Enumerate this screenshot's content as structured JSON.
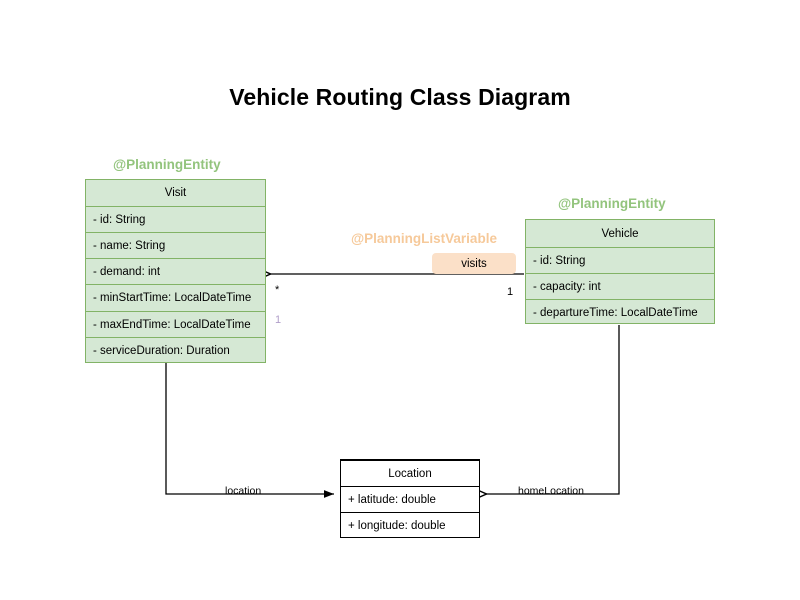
{
  "title": "Vehicle Routing Class Diagram",
  "colors": {
    "class_fill": "#d5e8d4",
    "class_border": "#82b366",
    "annotation_entity": "#93c47d",
    "annotation_listvar": "#f6c99a",
    "badge_fill": "#fbe0c8",
    "plain_border": "#000000",
    "line": "#000000",
    "mult_faded": "#b09ec9"
  },
  "classes": {
    "visit": {
      "annotation": "@PlanningEntity",
      "name": "Visit",
      "attributes": [
        "- id: String",
        "- name: String",
        "- demand: int",
        "- minStartTime: LocalDateTime",
        "- maxEndTime: LocalDateTime",
        "- serviceDuration: Duration"
      ]
    },
    "vehicle": {
      "annotation": "@PlanningEntity",
      "name": "Vehicle",
      "attributes": [
        "- id: String",
        "- capacity: int",
        "- departureTime: LocalDateTime"
      ]
    },
    "location": {
      "annotation": "",
      "name": "Location",
      "attributes": [
        "+ latitude: double",
        "+ longitude: double"
      ]
    }
  },
  "associations": {
    "visits": {
      "annotation": "@PlanningListVariable",
      "label": "visits",
      "source_multiplicity": "1",
      "target_multiplicity": "*"
    },
    "visit_location": {
      "label": "location",
      "multiplicity": "1"
    },
    "vehicle_home_location": {
      "label": "homeLocation"
    }
  }
}
